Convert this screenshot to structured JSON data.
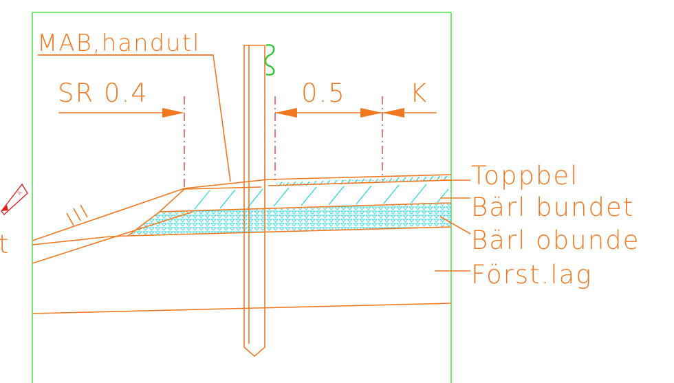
{
  "labels": {
    "mab": "MAB,handutl",
    "sr": "SR 0.4",
    "dim_05": "0.5",
    "k": "K",
    "toppbel": "Toppbel",
    "barl_bundet": "Bärl bundet",
    "barl_obundet": "Bärl obunde",
    "forst_lag": "Först.lag",
    "marker_letter": "A",
    "left_cut_text": "t",
    "slope_mark": "\\\\\\"
  },
  "colors": {
    "drawing_lines": "#f07820",
    "frame": "#55e055",
    "hatch": "#22d8e0",
    "centerline": "#e02020",
    "background": "#ffffff"
  },
  "icons": {
    "section_marker": "section-arrow-icon",
    "break_symbol": "break-symbol-icon"
  }
}
